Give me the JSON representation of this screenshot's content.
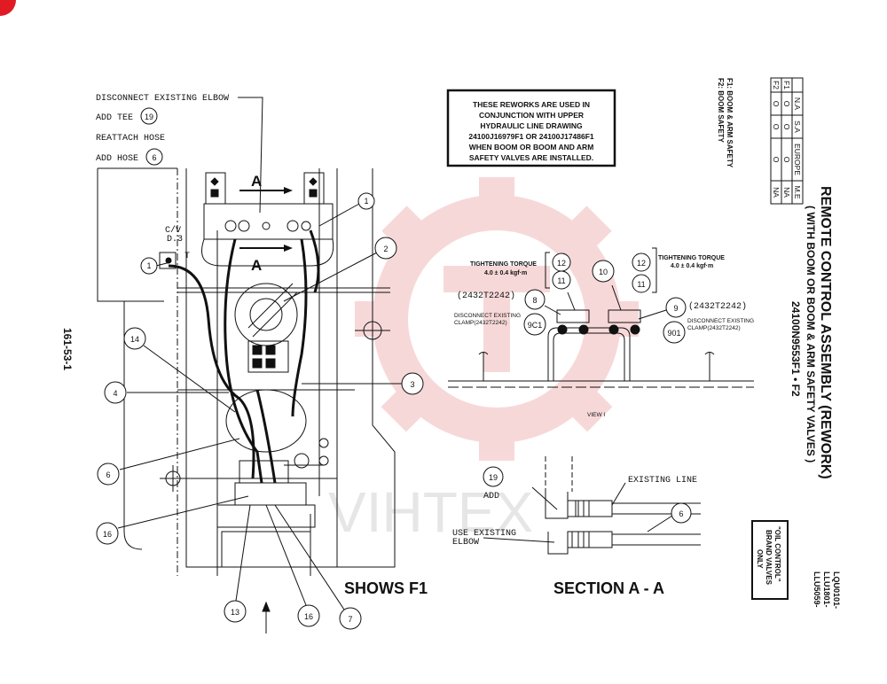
{
  "title": {
    "main": "REMOTE CONTROL ASSEMBLY (REWORK)",
    "sub": "( WITH BOOM OR BOOM & ARM SAFETY VALVES )",
    "part": "24100N9553F1 • F2"
  },
  "serial_ranges": [
    "LQU0101-",
    "LLU1801-",
    "LLU5059-"
  ],
  "oil_control_note": [
    "\"OIL CONTROL\"",
    "BRAND VALVES",
    "ONLY"
  ],
  "page_number": "161-53-1",
  "variant_legend": [
    "F1: BOOM & ARM SAFETY",
    "F2: BOOM SAFETY"
  ],
  "region_table": {
    "headers": [
      "",
      "N.A",
      "S.A",
      "EUROPE",
      "M.E"
    ],
    "rows": [
      [
        "F1",
        "O",
        "O",
        "O",
        "NA"
      ],
      [
        "F2",
        "O",
        "O",
        "O",
        "NA"
      ]
    ]
  },
  "rework_note": [
    "THESE REWORKS ARE USED IN",
    "CONJUNCTION WITH UPPER",
    "HYDRAULIC LINE DRAWING",
    "24100J16979F1 OR 24100J17486F1",
    "WHEN BOOM OR BOOM AND ARM",
    "SAFETY VALVES ARE INSTALLED."
  ],
  "instructions": {
    "disconnect": "DISCONNECT EXISTING ELBOW",
    "add_tee": "ADD TEE",
    "add_tee_ref": "19",
    "reattach": "REATTACH HOSE",
    "add_hose": "ADD HOSE",
    "add_hose_ref": "6"
  },
  "view_labels": {
    "shows_f1": "SHOWS F1",
    "section": "SECTION A - A",
    "view": "VIEW I",
    "section_marker": "A",
    "cv_label": [
      "C/V",
      "D.3"
    ],
    "t_label": "T"
  },
  "clamp_detail": {
    "torque_left_title": "TIGHTENING TORQUE",
    "torque_left_value": "4.0 ± 0.4 kgf·m",
    "torque_right_title": "TIGHTENING TORQUE",
    "torque_right_value": "4.0 ± 0.4 kgf·m",
    "left_part": "(2432T2242)",
    "right_part": "(2432T2242)",
    "left_note": [
      "DISCONNECT EXISTING",
      "CLAMP(2432T2242)"
    ],
    "right_note": [
      "DISCONNECT EXISTING",
      "CLAMP(2432T2242)"
    ],
    "balloons": [
      "12",
      "11",
      "10",
      "12",
      "11",
      "8",
      "9C1",
      "9",
      "901"
    ]
  },
  "section_detail": {
    "existing_line": "EXISTING LINE",
    "add": "ADD",
    "use_existing": "USE EXISTING",
    "elbow": "ELBOW",
    "balloons": [
      "19",
      "6"
    ]
  },
  "main_balloons": [
    "1",
    "1",
    "2",
    "3",
    "4",
    "6",
    "14",
    "16",
    "13",
    "16",
    "7",
    "19",
    "6"
  ],
  "watermark": "VIHTEX",
  "colors": {
    "watermark": "#f2b9b9",
    "ink": "#111111",
    "corner_mark": "#e01b24"
  }
}
